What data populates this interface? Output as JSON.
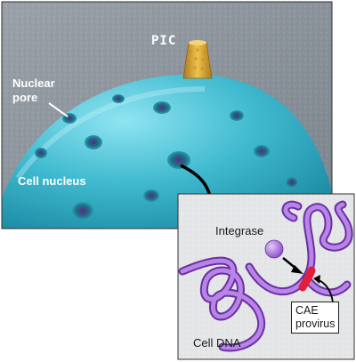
{
  "labels": {
    "pic": "PIC",
    "nuclear_pore_line1": "Nuclear",
    "nuclear_pore_line2": "pore",
    "cell_nucleus": "Cell nucleus",
    "integrase": "Integrase",
    "cae_provirus_line1": "CAE",
    "cae_provirus_line2": "provirus",
    "cell_dna": "Cell DNA"
  },
  "colors": {
    "background_gray": "#8d949c",
    "nucleus_teal": "#3fb9cf",
    "dna_purple": "#a46ad8",
    "provirus_red": "#e0203a",
    "pic_gold": "#d9a531",
    "inset_bg": "#e4e6e8"
  }
}
